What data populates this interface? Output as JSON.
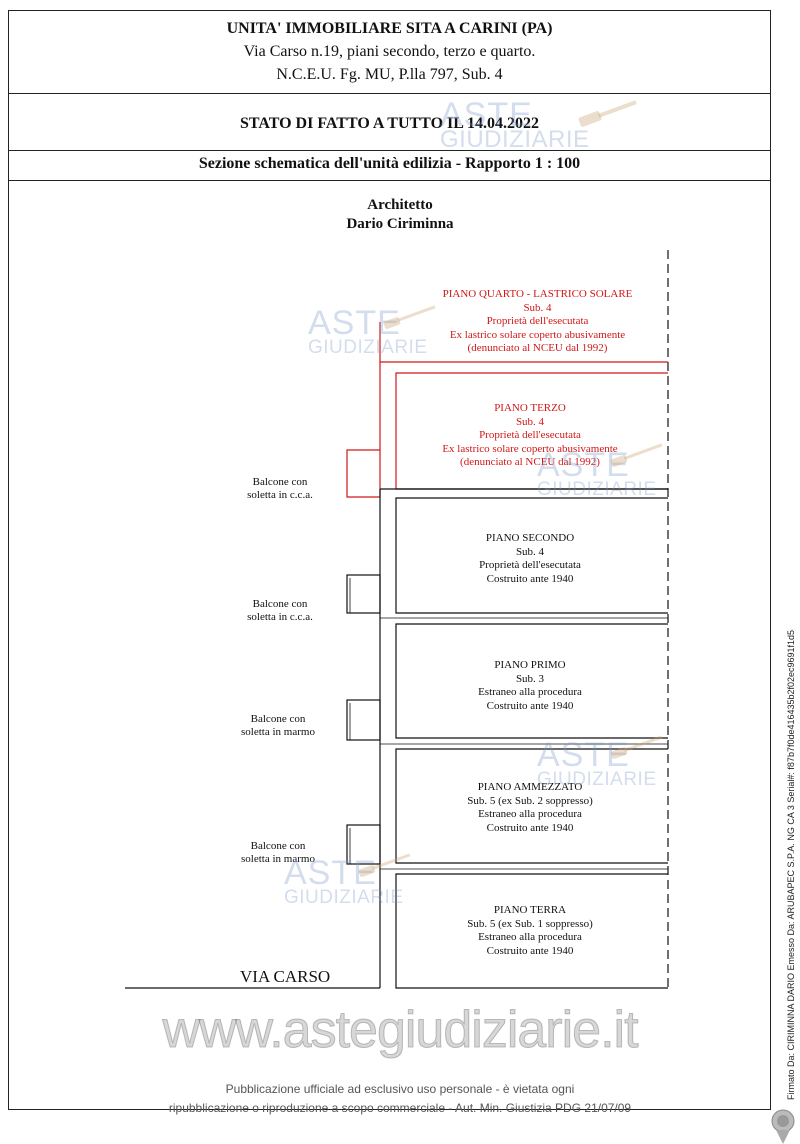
{
  "header": {
    "title": "UNITA' IMMOBILIARE SITA A CARINI (PA)",
    "address": "Via Carso n.19,  piani secondo, terzo e quarto.",
    "cadastral": "N.C.E.U. Fg. MU, P.lla 797, Sub. 4",
    "status": "STATO DI FATTO A TUTTO IL 14.04.2022",
    "section": "Sezione schematica dell'unità edilizia - Rapporto 1 : 100"
  },
  "author": {
    "role": "Architetto",
    "name": "Dario Ciriminna"
  },
  "floors": [
    {
      "name": "PIANO QUARTO - LASTRICO SOLARE",
      "lines": [
        "Sub. 4",
        "Proprietà dell'esecutata",
        "Ex lastrico solare coperto abusivamente",
        "(denunciato al NCEU dal 1992)"
      ],
      "color": "#d01818"
    },
    {
      "name": "PIANO TERZO",
      "lines": [
        "Sub. 4",
        "Proprietà dell'esecutata",
        "Ex lastrico solare coperto abusivamente",
        "(denunciato al NCEU dal 1992)"
      ],
      "color": "#d01818"
    },
    {
      "name": "PIANO SECONDO",
      "lines": [
        "Sub. 4",
        "Proprietà dell'esecutata",
        "Costruito ante 1940"
      ],
      "color": "#111111"
    },
    {
      "name": "PIANO PRIMO",
      "lines": [
        "Sub. 3",
        "Estraneo alla procedura",
        "Costruito ante 1940"
      ],
      "color": "#111111"
    },
    {
      "name": "PIANO AMMEZZATO",
      "lines": [
        "Sub. 5 (ex Sub. 2 soppresso)",
        "Estraneo alla procedura",
        "Costruito ante 1940"
      ],
      "color": "#111111"
    },
    {
      "name": "PIANO TERRA",
      "lines": [
        "Sub. 5 (ex Sub. 1 soppresso)",
        "Estraneo alla procedura",
        "Costruito ante 1940"
      ],
      "color": "#111111"
    }
  ],
  "balconies": [
    {
      "lines": [
        "Balcone con",
        "soletta in c.c.a."
      ]
    },
    {
      "lines": [
        "Balcone con",
        "soletta in c.c.a."
      ]
    },
    {
      "lines": [
        "Balcone con",
        "soletta in marmo"
      ]
    },
    {
      "lines": [
        "Balcone con",
        "soletta in marmo"
      ]
    }
  ],
  "street": "VIA CARSO",
  "watermark": {
    "brand_top": "ASTE",
    "brand_bottom": "GIUDIZIARIE",
    "site": "www.astegiudiziarie.it"
  },
  "footer": {
    "line1": "Pubblicazione ufficiale ad esclusivo uso personale - è vietata ogni",
    "line2": "ripubblicazione o riproduzione a scopo commerciale - Aut. Min. Giustizia PDG 21/07/09"
  },
  "signature": "Firmato Da: CIRIMINNA DARIO Emesso Da: ARUBAPEC S.P.A. NG CA 3 Serial#: f87b7f0de416435b2f02ec9691f1d5",
  "colors": {
    "red": "#d01818",
    "line": "#111111",
    "watermark": "#7896c8"
  }
}
